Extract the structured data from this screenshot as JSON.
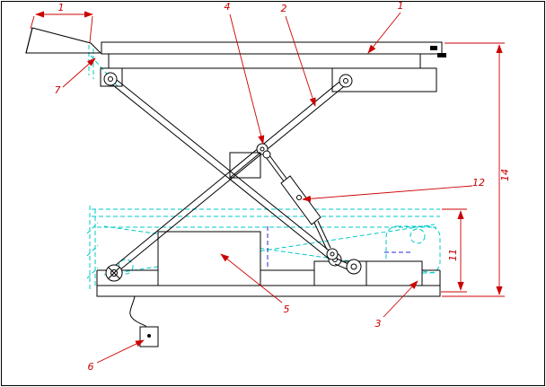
{
  "drawing": {
    "kind": "engineering-drawing",
    "subject": "scissor lift platform, side elevation with lowered position shown in phantom",
    "colors": {
      "structure": "#000000",
      "dimension": "#cc0000",
      "phantom": "#00c8c8",
      "hidden": "#2a2ad0"
    },
    "part_labels": {
      "p1": "1",
      "p2": "2",
      "p3": "3",
      "p4": "4",
      "p5": "5",
      "p6": "6",
      "p7": "7",
      "p12": "12"
    },
    "dimensions": {
      "top_width": "1",
      "overall_height": "14",
      "lowered_height": "11"
    }
  }
}
